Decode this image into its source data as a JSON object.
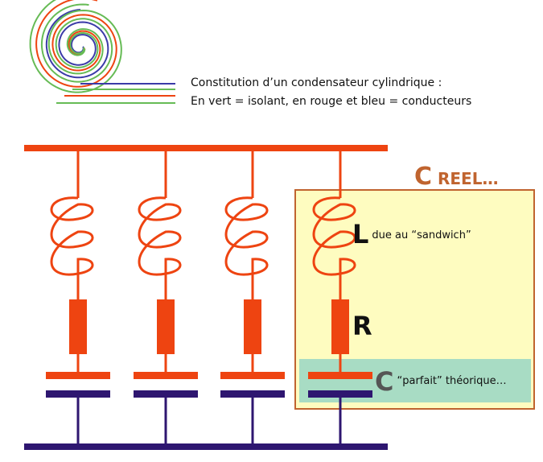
{
  "caption": {
    "line1": "Constitution d’un condensateur cylindrique :",
    "line2": "En vert = isolant, en rouge et bleu = conducteurs"
  },
  "title": {
    "letter": "C",
    "rest": " REEL…"
  },
  "labels": {
    "L": {
      "letter": "L",
      "text": "due au “sandwich”"
    },
    "R": {
      "letter": "R"
    },
    "C": {
      "letter": "C",
      "text": "“parfait” théorique…"
    }
  },
  "colors": {
    "red": "#ee4411",
    "blue": "#2e1670",
    "green": "#66bb55",
    "yellow_box": "#fefcc0",
    "box_border": "#c0642f",
    "teal_box": "#a8dcc4"
  }
}
